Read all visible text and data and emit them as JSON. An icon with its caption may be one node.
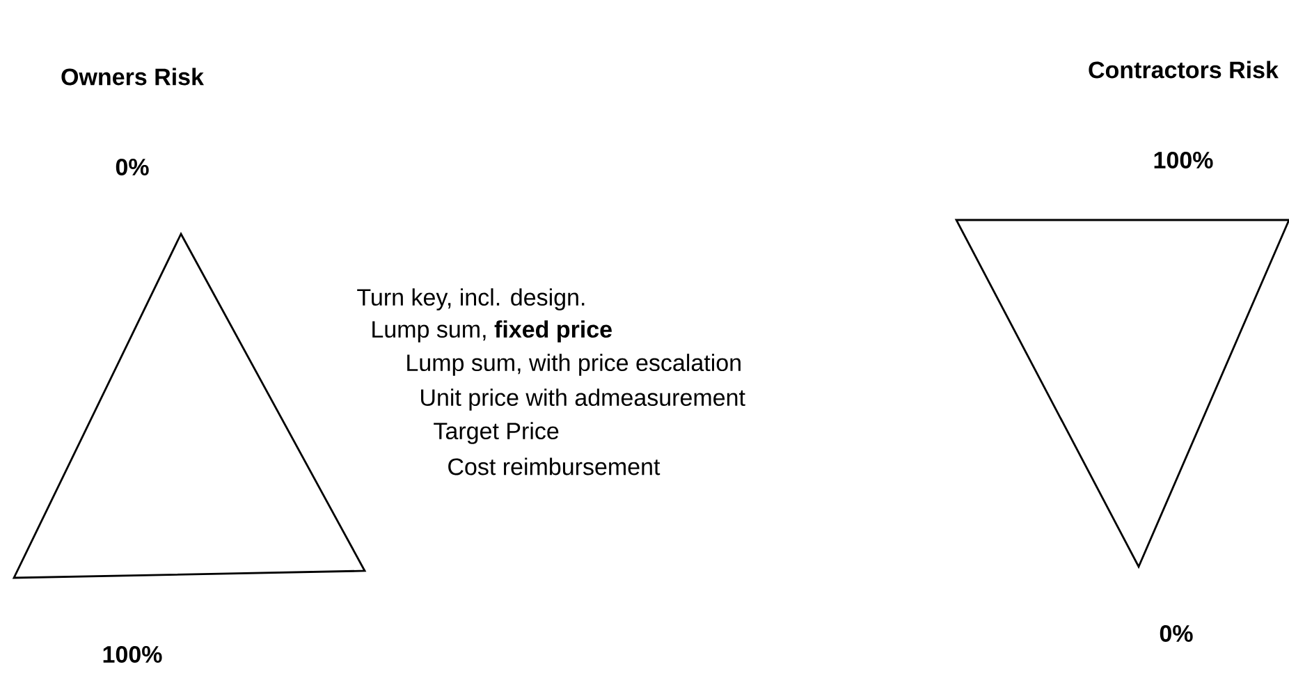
{
  "diagram": {
    "nodes": [
      {
        "text": [],
        "shape": "triangle"
      },
      {
        "text": [],
        "shape": "triangle"
      }
    ],
    "labels": [
      "Owners Risk",
      "Contractors Risk",
      "0%",
      "100%",
      "Turn key, incl. design.",
      "Lump sum, **fixed price**",
      "Lump sum, with price escalation",
      "Unit price with admeasurement",
      "Target Price",
      "Cost reimbursement",
      "100%",
      "0%"
    ]
  }
}
